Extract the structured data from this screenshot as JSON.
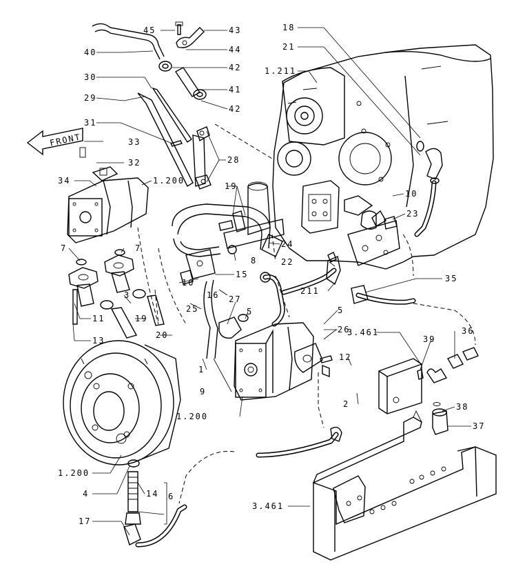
{
  "diagram": {
    "front_label": "FRONT",
    "callouts": [
      "45",
      "43",
      "40",
      "44",
      "42",
      "30",
      "41",
      "29",
      "42",
      "31",
      "28",
      "33",
      "32",
      "34",
      "1.200",
      "19",
      "7",
      "7",
      "8",
      "10",
      "15",
      "3",
      "16",
      "11",
      "19",
      "25",
      "27",
      "13",
      "20",
      "5",
      "1",
      "9",
      "1.200",
      "18",
      "21",
      "1.211",
      "10",
      "23",
      "24",
      "22",
      "211",
      "35",
      "5",
      "26",
      "3.461",
      "36",
      "39",
      "12",
      "2",
      "38",
      "37",
      "1.200",
      "4",
      "14",
      "6",
      "17",
      "3.461"
    ]
  }
}
